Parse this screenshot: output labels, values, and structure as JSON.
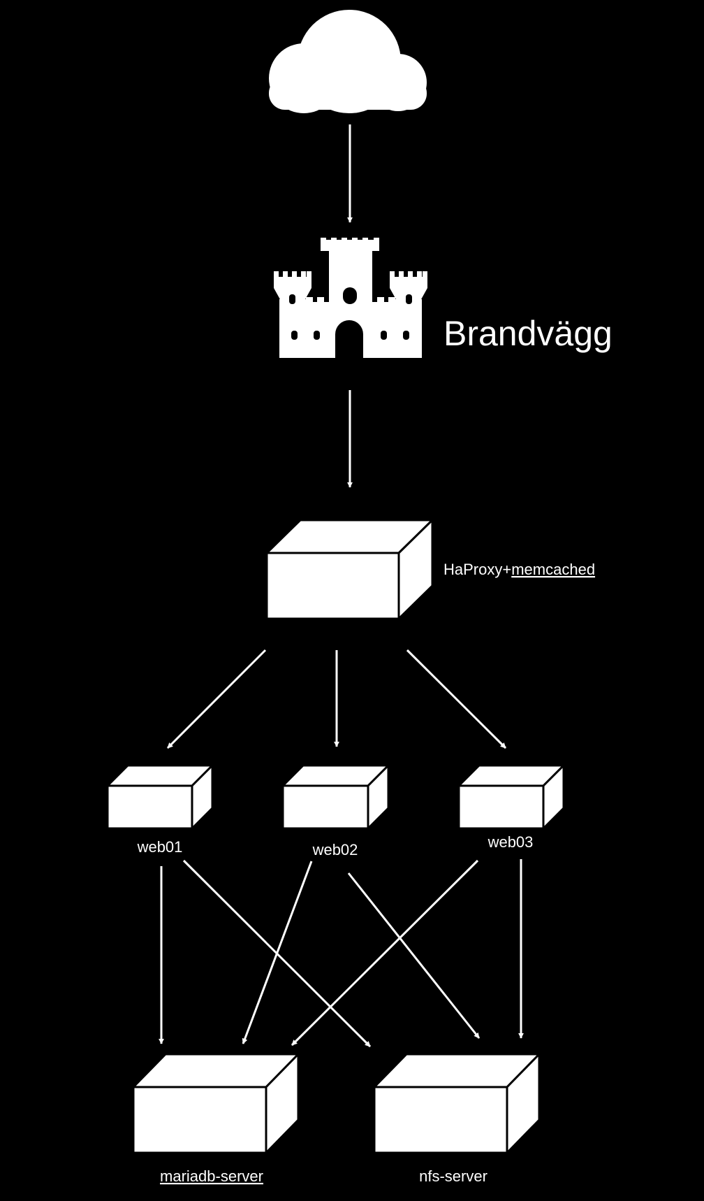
{
  "colors": {
    "background": "#000000",
    "foreground": "#ffffff",
    "spellcheck_underline": "#2fb3c9"
  },
  "nodes": {
    "internet": {
      "icon": "cloud-icon"
    },
    "firewall": {
      "icon": "castle-icon",
      "label": "Brandvägg"
    },
    "loadbalancer": {
      "icon": "server-box-icon",
      "label_prefix": "HaProxy+",
      "label_suffix": "memcached"
    },
    "web01": {
      "icon": "server-box-icon",
      "label": "web01"
    },
    "web02": {
      "icon": "server-box-icon",
      "label": "web02"
    },
    "web03": {
      "icon": "server-box-icon",
      "label": "web03"
    },
    "database": {
      "icon": "server-box-icon",
      "label": "mariadb-server"
    },
    "storage": {
      "icon": "server-box-icon",
      "label": "nfs-server"
    }
  },
  "connections": [
    {
      "from": "internet",
      "to": "firewall"
    },
    {
      "from": "firewall",
      "to": "loadbalancer"
    },
    {
      "from": "loadbalancer",
      "to": "web01"
    },
    {
      "from": "loadbalancer",
      "to": "web02"
    },
    {
      "from": "loadbalancer",
      "to": "web03"
    },
    {
      "from": "web01",
      "to": "database"
    },
    {
      "from": "web01",
      "to": "storage"
    },
    {
      "from": "web02",
      "to": "database"
    },
    {
      "from": "web02",
      "to": "storage"
    },
    {
      "from": "web03",
      "to": "database"
    },
    {
      "from": "web03",
      "to": "storage"
    }
  ]
}
